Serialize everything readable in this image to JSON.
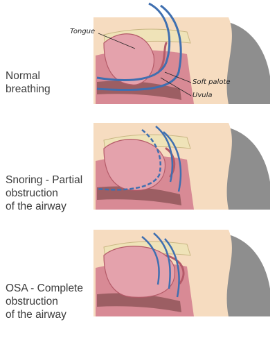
{
  "panels": [
    {
      "label_lines": [
        "Normal",
        "breathing"
      ],
      "state": "open"
    },
    {
      "label_lines": [
        "Snoring - Partial",
        "obstruction",
        "of the airway"
      ],
      "state": "partial"
    },
    {
      "label_lines": [
        "OSA - Complete",
        "obstruction",
        "of the airway"
      ],
      "state": "complete"
    }
  ],
  "annotations": {
    "tongue": "Tongue",
    "soft_palate": "Soft palote",
    "uvula": "Uvula"
  },
  "colors": {
    "skin": "#f6dcc0",
    "head_shadow": "#8e8e8e",
    "tissue": "#d88a95",
    "tongue": "#e4a2ac",
    "tongue_outline": "#b45a68",
    "bone": "#efe3b8",
    "airflow": "#3f6fb0",
    "airway_dark": "#6b3a3a"
  }
}
